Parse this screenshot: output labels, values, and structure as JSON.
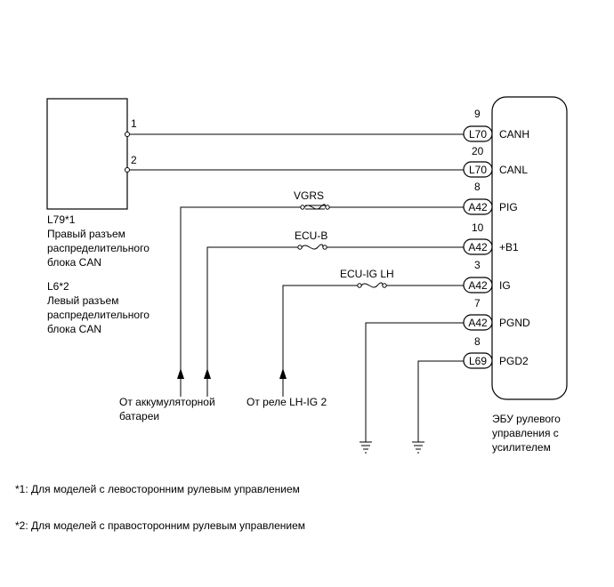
{
  "left_block": {
    "pin1": "1",
    "pin2": "2",
    "label_lines": [
      "L79*1",
      "Правый разъем",
      "распределительного",
      "блока CAN"
    ],
    "label2_lines": [
      "L6*2",
      "Левый разъем",
      "распределительного",
      "блока CAN"
    ]
  },
  "ecu": {
    "label_lines": [
      "ЭБУ рулевого",
      "управления с",
      "усилителем"
    ]
  },
  "connections": [
    {
      "pin": "9",
      "connector": "L70",
      "signal": "CANH"
    },
    {
      "pin": "20",
      "connector": "L70",
      "signal": "CANL"
    },
    {
      "pin": "8",
      "connector": "A42",
      "signal": "PIG"
    },
    {
      "pin": "10",
      "connector": "A42",
      "signal": "+B1"
    },
    {
      "pin": "3",
      "connector": "A42",
      "signal": "IG"
    },
    {
      "pin": "7",
      "connector": "A42",
      "signal": "PGND"
    },
    {
      "pin": "8",
      "connector": "L69",
      "signal": "PGD2"
    }
  ],
  "fuses": {
    "vgrs": "VGRS",
    "ecu_b": "ECU-B",
    "ecu_ig_lh": "ECU-IG LH"
  },
  "sources": {
    "battery_lines": [
      "От аккумуляторной",
      "батареи"
    ],
    "relay": "От реле LH-IG 2"
  },
  "footnotes": {
    "n1": "*1: Для моделей с левосторонним рулевым управлением",
    "n2": "*2: Для моделей с правосторонним рулевым управлением"
  }
}
